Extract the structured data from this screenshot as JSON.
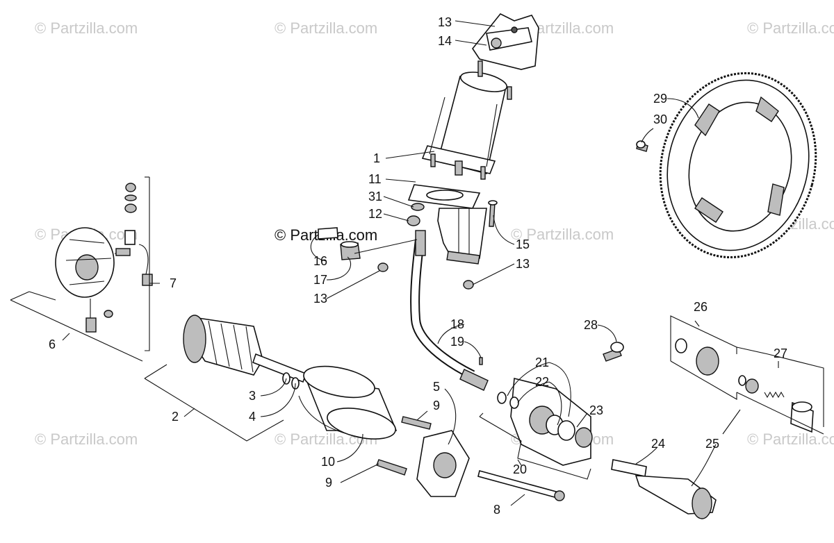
{
  "watermarks": [
    "© Partzilla.com",
    "© Partzilla.com",
    "© Partzilla.com",
    "© Partzilla.com",
    "© Partzilla.com",
    "© Partzilla.com",
    "© Partzilla.com",
    "© Partzilla.com",
    "© Partzilla.com",
    "© Partzilla.com",
    "© Partzilla.com"
  ],
  "watermark_center": "© Partzilla.com",
  "callouts": [
    "13",
    "14",
    "1",
    "11",
    "31",
    "12",
    "15",
    "13",
    "16",
    "17",
    "13",
    "29",
    "30",
    "7",
    "6",
    "2",
    "3",
    "4",
    "10",
    "9",
    "5",
    "9",
    "8",
    "18",
    "19",
    "21",
    "22",
    "23",
    "20",
    "28",
    "24",
    "25",
    "26",
    "27"
  ]
}
